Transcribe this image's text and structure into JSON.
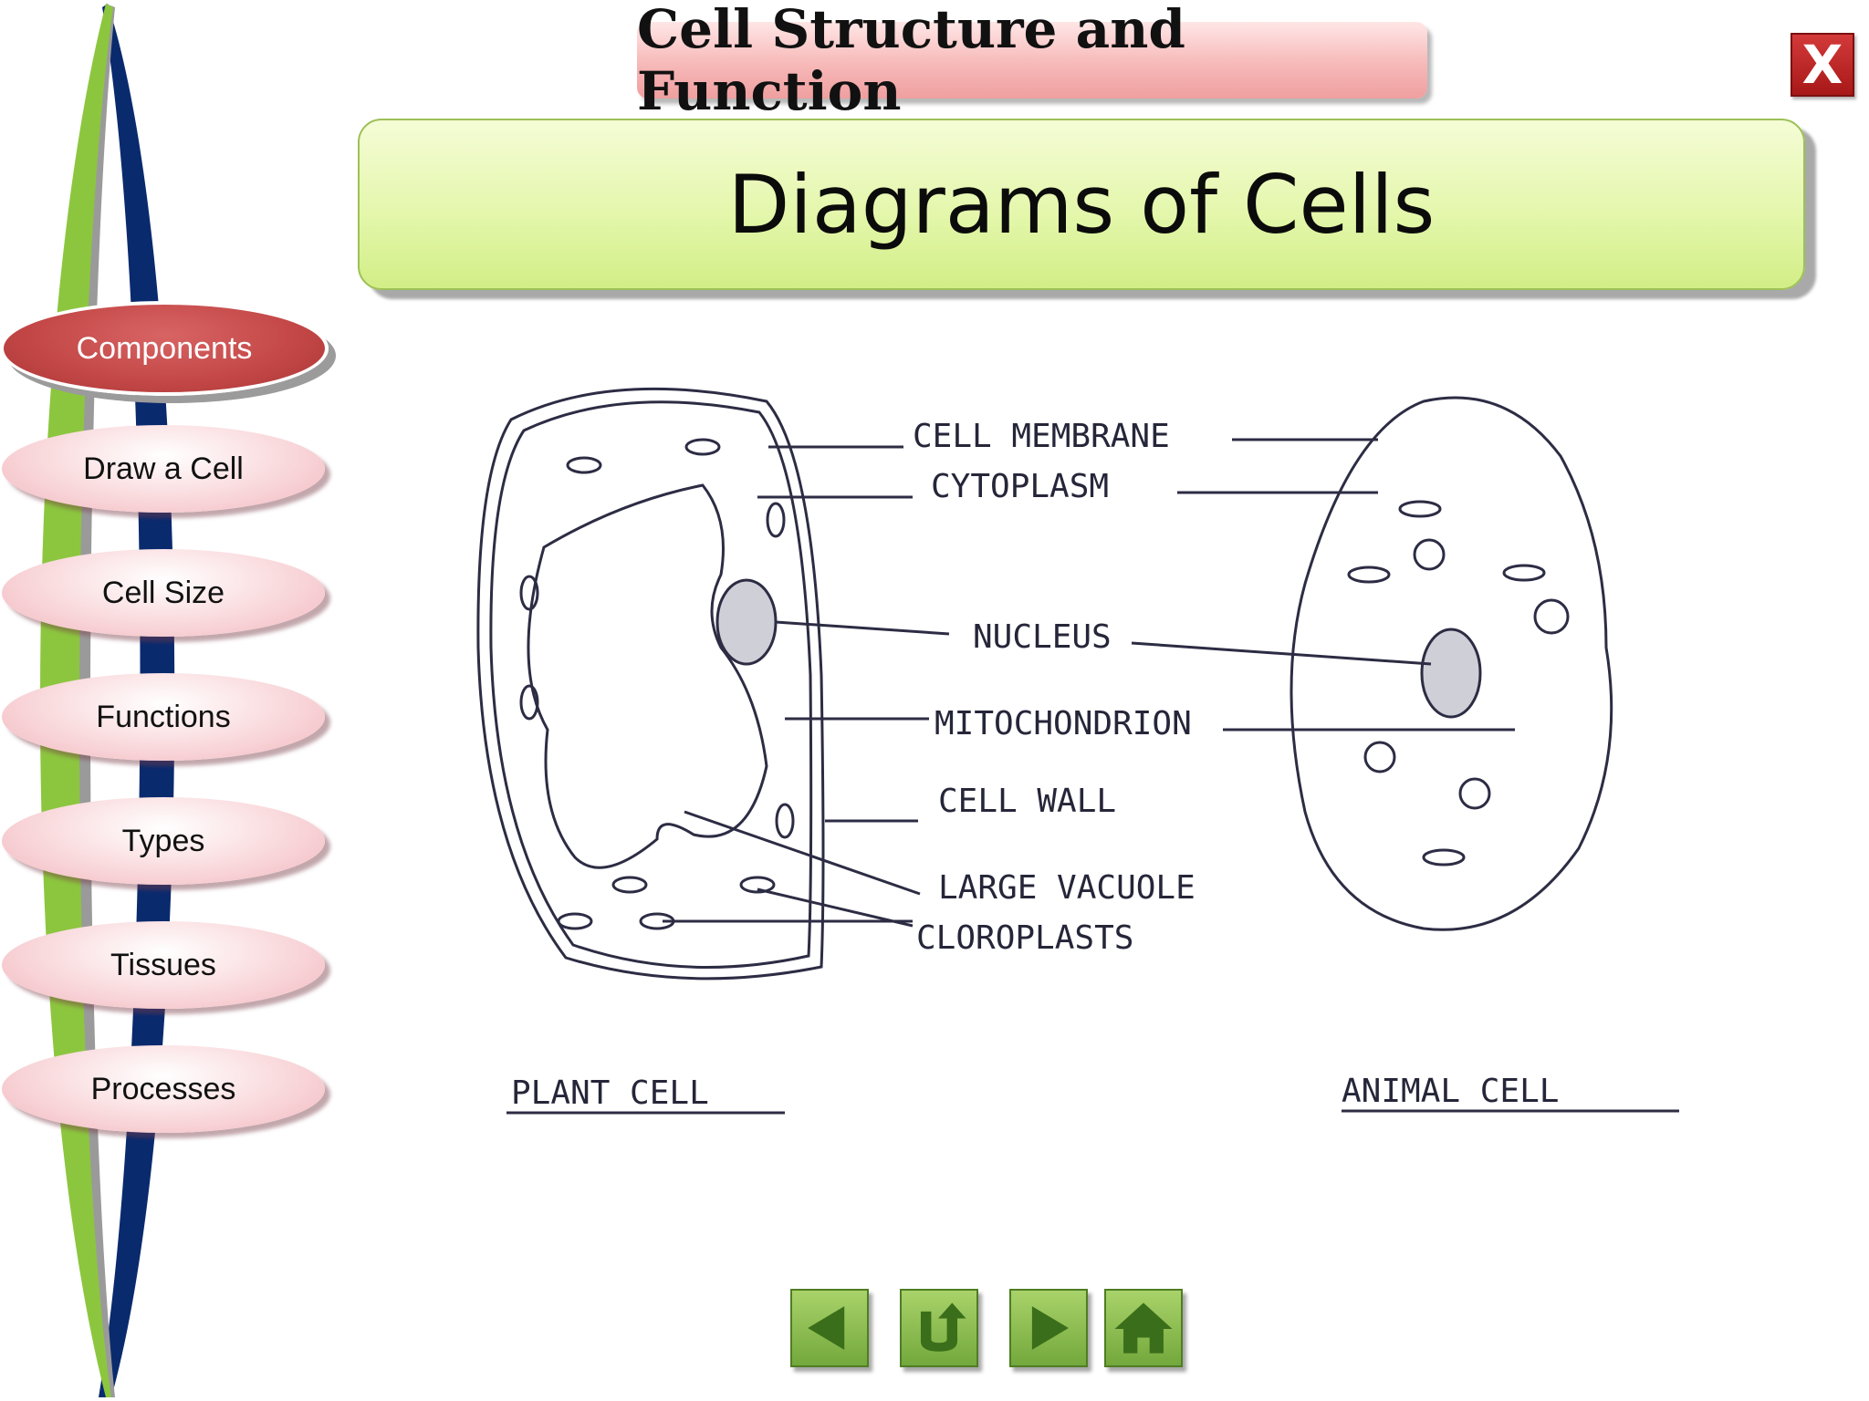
{
  "header": {
    "title": "Cell Structure and Function",
    "close_label": "X"
  },
  "slide": {
    "title": "Diagrams of Cells"
  },
  "nav": {
    "items": [
      {
        "label": "Components",
        "active": true
      },
      {
        "label": "Draw a Cell",
        "active": false
      },
      {
        "label": "Cell Size",
        "active": false
      },
      {
        "label": "Functions",
        "active": false
      },
      {
        "label": "Types",
        "active": false
      },
      {
        "label": "Tissues",
        "active": false
      },
      {
        "label": "Processes",
        "active": false
      }
    ]
  },
  "diagram": {
    "labels": {
      "cell_membrane": "CELL MEMBRANE",
      "cytoplasm": "CYTOPLASM",
      "nucleus": "NUCLEUS",
      "mitochondrion": "MITOCHONDRION",
      "cell_wall": "CELL WALL",
      "large_vacuole": "LARGE VACUOLE",
      "chloroplasts": "CLOROPLASTS"
    },
    "plant_caption": "PLANT CELL",
    "animal_caption": "ANIMAL CELL"
  },
  "bottom_nav": [
    "back-arrow-icon",
    "return-icon",
    "forward-arrow-icon",
    "home-icon"
  ],
  "colors": {
    "accent_green": "#8cc63f",
    "accent_navy": "#0a2a6e",
    "active_red": "#c0464a",
    "title_green": "#e4f7ac"
  }
}
